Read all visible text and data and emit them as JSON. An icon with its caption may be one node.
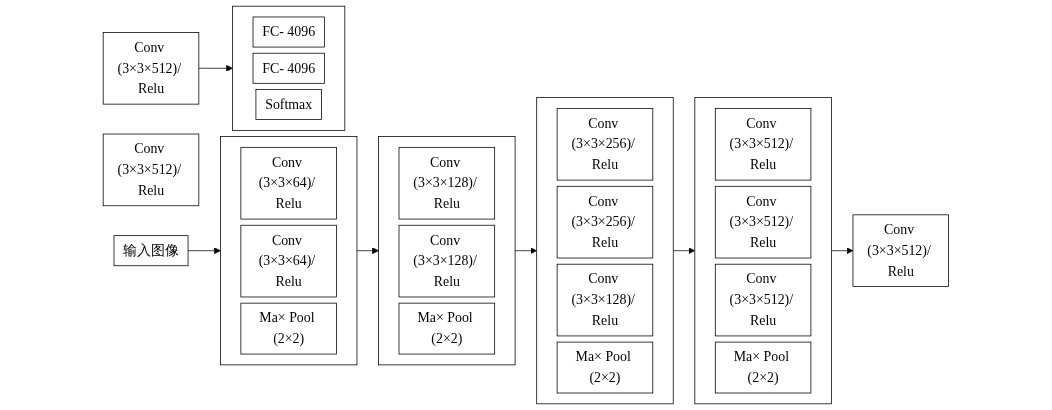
{
  "diagram": {
    "nodes": [
      {
        "text": [
          "输入图像"
        ]
      },
      {
        "text": [],
        "shape": "box"
      },
      {
        "text": [
          "Conv (3×3×64)/ Relu"
        ],
        "in": 1
      },
      {
        "text": [
          "Conv (3×3×64)/ Relu"
        ],
        "in": 1
      },
      {
        "text": [
          "Ma× Pool (2×2)"
        ],
        "in": 1
      },
      {
        "text": [],
        "shape": "box"
      },
      {
        "text": [
          "Conv (3×3×128)/ Relu"
        ],
        "in": 5
      },
      {
        "text": [
          "Conv (3×3×128)/ Relu"
        ],
        "in": 5
      },
      {
        "text": [
          "Ma× Pool (2×2)"
        ],
        "in": 5
      },
      {
        "text": [],
        "shape": "box"
      },
      {
        "text": [
          "Conv (3×3×256)/ Relu"
        ],
        "in": 9
      },
      {
        "text": [
          "Conv (3×3×256)/ Relu"
        ],
        "in": 9
      },
      {
        "text": [
          "Conv (3×3×128)/ Relu"
        ],
        "in": 9
      },
      {
        "text": [
          "Ma× Pool (2×2)"
        ],
        "in": 9
      },
      {
        "text": [],
        "shape": "box"
      },
      {
        "text": [
          "Conv (3×3×512)/ Relu"
        ],
        "in": 14
      },
      {
        "text": [
          "Conv (3×3×512)/ Relu"
        ],
        "in": 14
      },
      {
        "text": [
          "Conv (3×3×512)/ Relu"
        ],
        "in": 14
      },
      {
        "text": [
          "Ma× Pool (2×2)"
        ],
        "in": 14
      },
      {
        "text": [
          "Conv (3×3×512)/ Relu"
        ]
      },
      {
        "text": [
          "Conv (3×3×512)/ Relu"
        ]
      },
      {
        "text": [
          "Conv (3×3×512)/ Relu"
        ]
      },
      {
        "text": [],
        "shape": "box"
      },
      {
        "text": [
          "FC- 4096"
        ],
        "in": 22
      },
      {
        "text": [
          "FC- 4096"
        ],
        "in": 22
      },
      {
        "text": [
          "Softmax"
        ],
        "in": 22
      }
    ],
    "edges": [
      {
        "from": 0,
        "to": 1,
        "arrow": "to"
      },
      {
        "from": 1,
        "to": 5,
        "arrow": "to"
      },
      {
        "from": 5,
        "to": 9,
        "arrow": "to"
      },
      {
        "from": 9,
        "to": 14,
        "arrow": "to"
      },
      {
        "from": 14,
        "to": 19,
        "arrow": "to"
      },
      {
        "from": 21,
        "to": 22,
        "arrow": "to"
      }
    ]
  }
}
